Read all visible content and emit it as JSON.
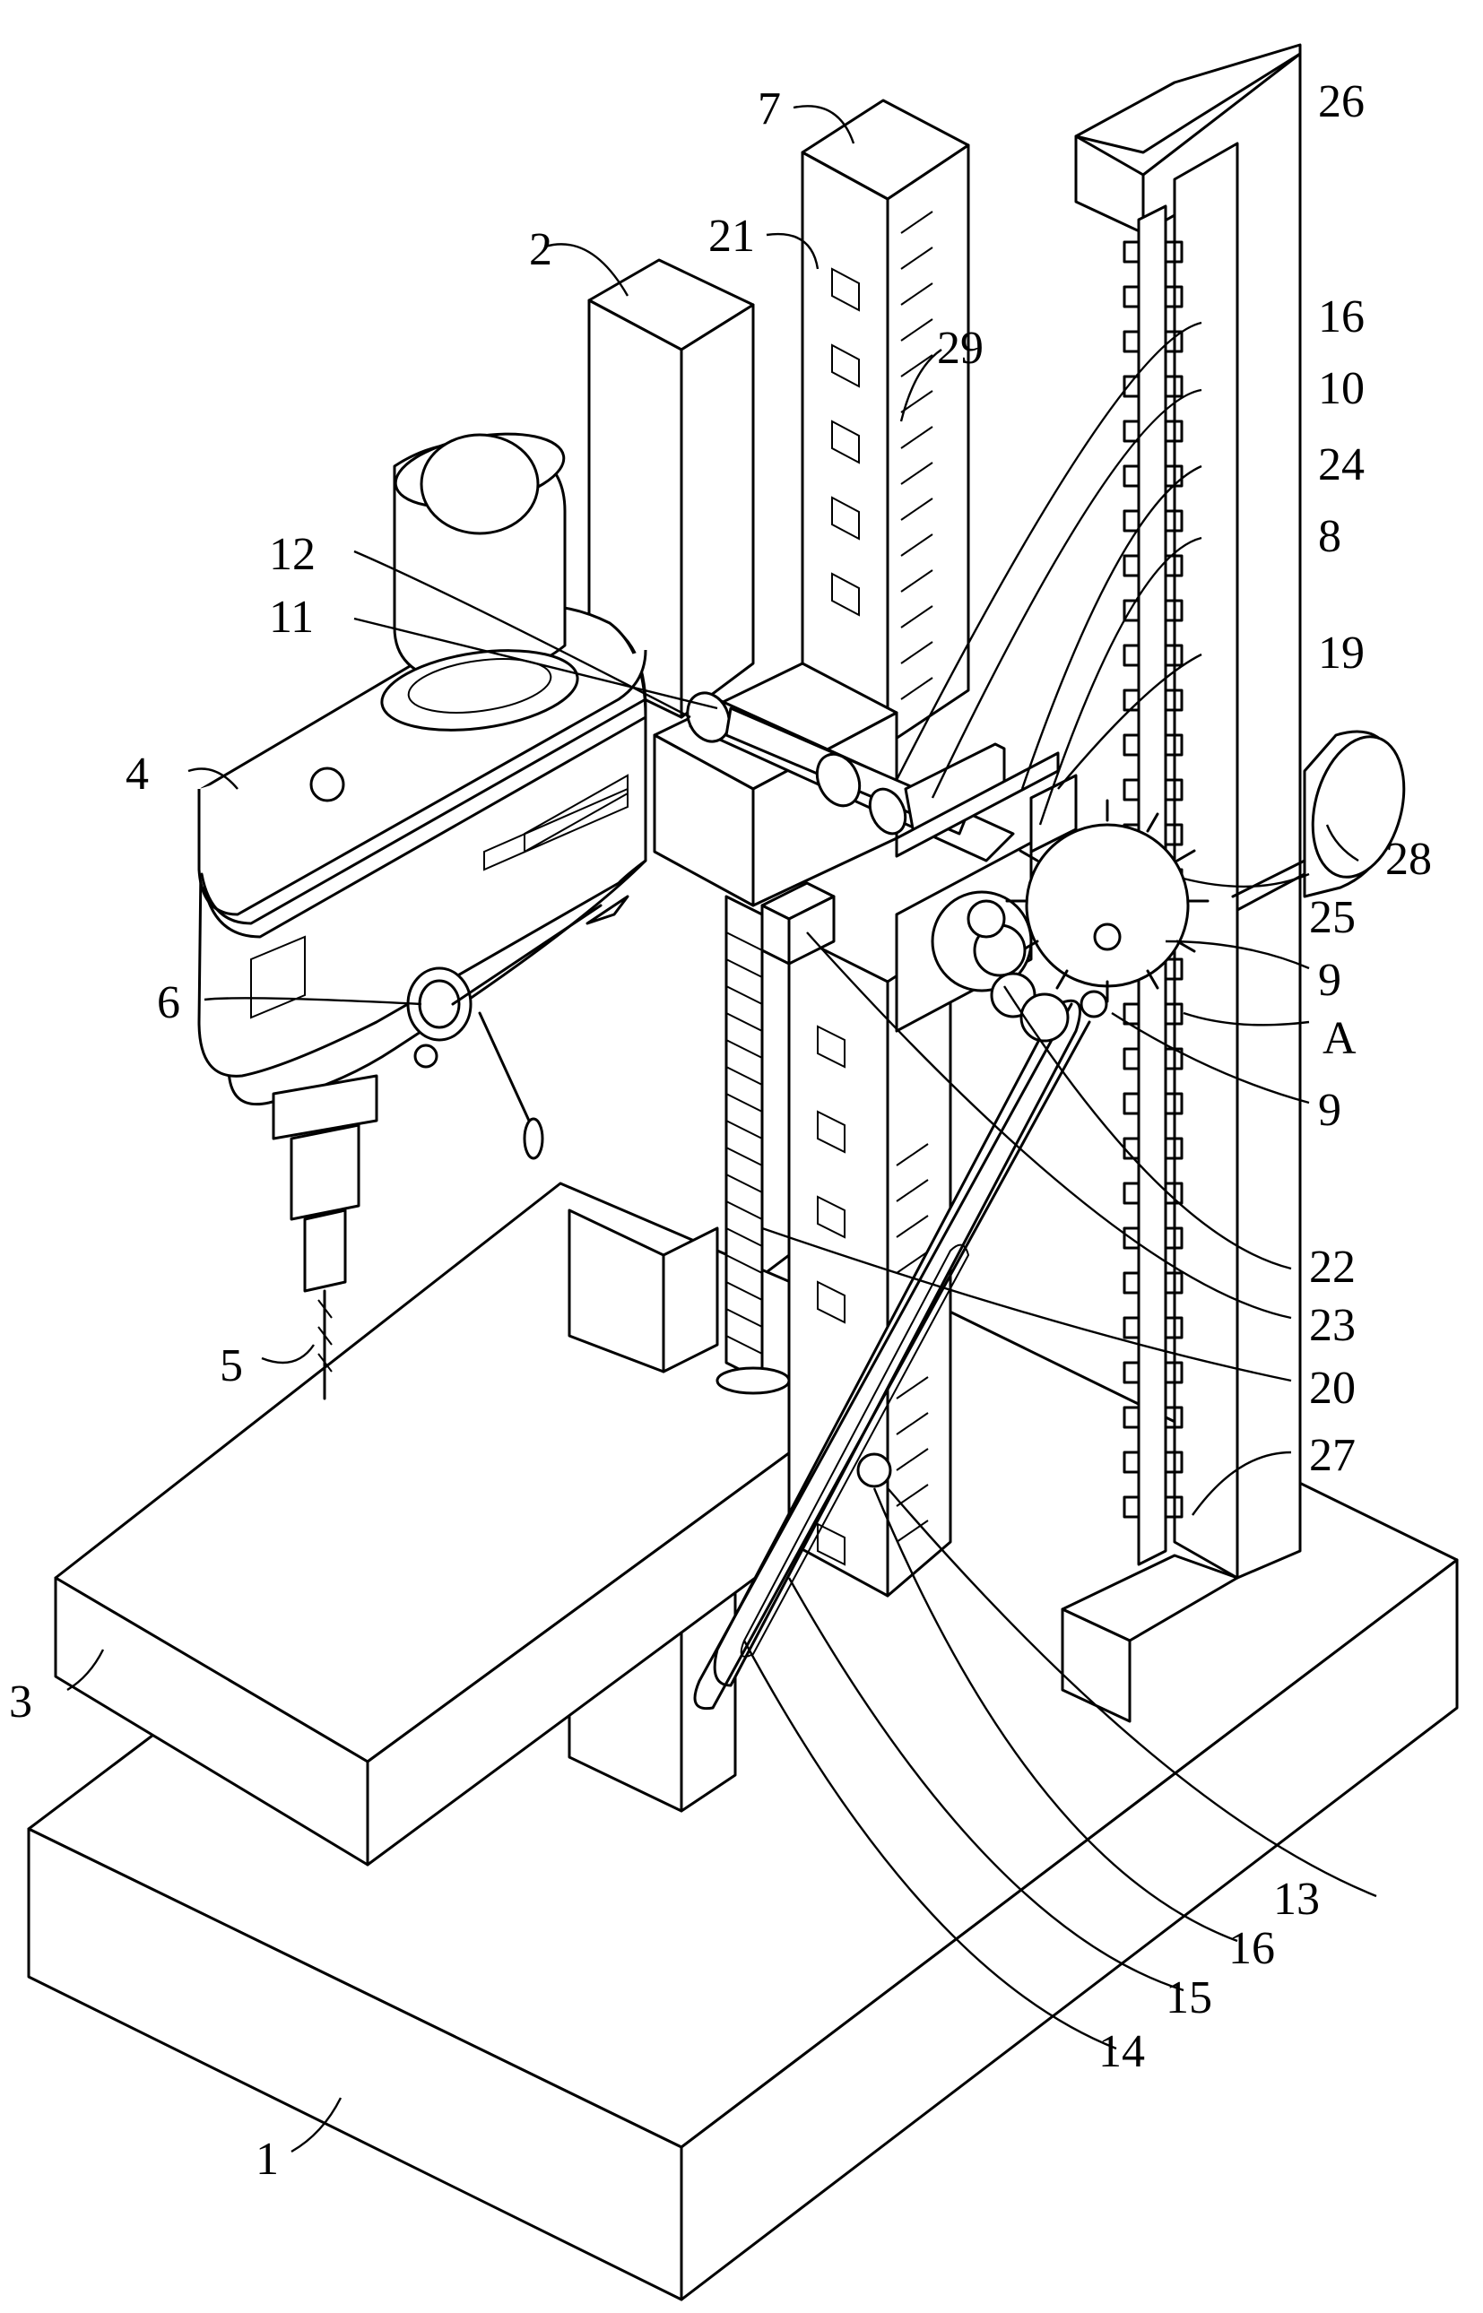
{
  "figure": {
    "labels": {
      "n1": "1",
      "n2": "2",
      "n3": "3",
      "n4": "4",
      "n5": "5",
      "n6": "6",
      "n7": "7",
      "n8": "8",
      "n9a": "9",
      "n9b": "9",
      "n10": "10",
      "n11": "11",
      "n12": "12",
      "n13": "13",
      "n14": "14",
      "n15": "15",
      "n16a": "16",
      "n16b": "16",
      "n19": "19",
      "n20": "20",
      "n21": "21",
      "n22": "22",
      "n23": "23",
      "n24": "24",
      "n25": "25",
      "n26": "26",
      "n27": "27",
      "n28": "28",
      "n29": "29",
      "nA": "A"
    }
  }
}
